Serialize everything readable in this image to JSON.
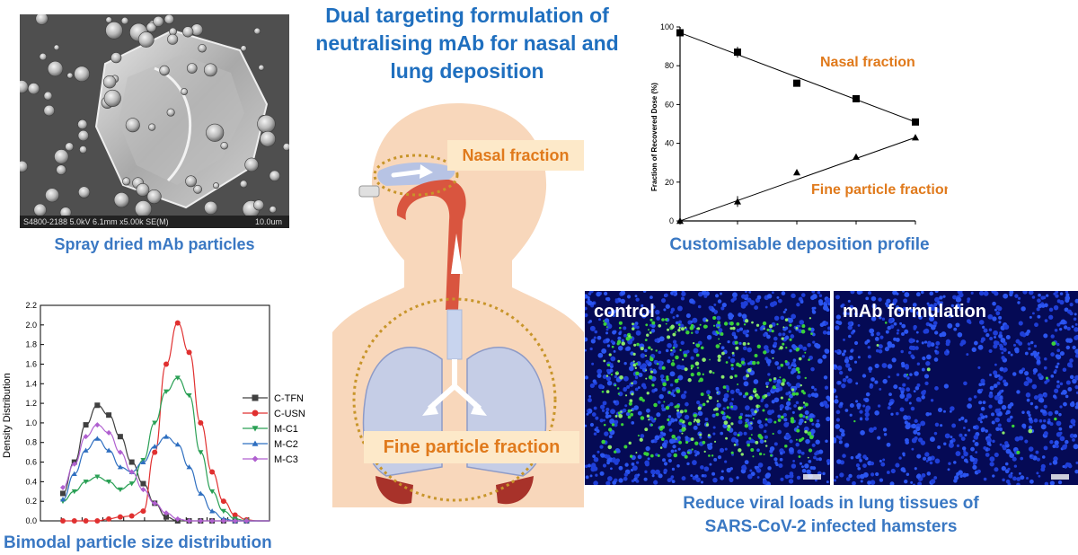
{
  "title": "Dual targeting formulation of neutralising mAb for nasal and lung deposition",
  "sem": {
    "caption": "Spray dried mAb particles",
    "info": "S4800-2188 5.0kV 6.1mm x5.00k SE(M)",
    "scale": "10.0um"
  },
  "anatomy": {
    "nasal_label": "Nasal fraction",
    "fine_label": "Fine particle fraction"
  },
  "deposition": {
    "caption": "Customisable deposition profile",
    "nasal_label": "Nasal fraction",
    "fine_label": "Fine particle fraction"
  },
  "size_dist": {
    "caption": "Bimodal particle size distribution"
  },
  "microscopy": {
    "left_label": "control",
    "right_label": "mAb formulation",
    "caption_line1": "Reduce viral loads in lung tissues of",
    "caption_line2": "SARS-CoV-2 infected hamsters"
  },
  "chart_data": [
    {
      "type": "scatter",
      "ylabel": "Fraction of Recovered Dose (%)",
      "xlabel": "",
      "ylim": [
        0,
        100
      ],
      "yticks": [
        0,
        20,
        40,
        60,
        80,
        100
      ],
      "x": [
        1,
        2,
        3,
        4,
        5,
        6
      ],
      "series": [
        {
          "name": "Nasal fraction",
          "marker": "square",
          "values": [
            97,
            87,
            71,
            63,
            51,
            null
          ],
          "fit": [
            97,
            51
          ],
          "color": "#000000"
        },
        {
          "name": "Fine particle fraction",
          "marker": "triangle",
          "values": [
            0,
            10,
            25,
            33,
            43,
            null
          ],
          "fit": [
            0,
            43
          ],
          "color": "#000000"
        }
      ],
      "grid": false
    },
    {
      "type": "line",
      "ylabel": "Density Distribution",
      "xlabel": "",
      "ylim": [
        0,
        2.2
      ],
      "yticks": [
        "0.0",
        "0.2",
        "0.4",
        "0.6",
        "0.8",
        "1.0",
        "1.2",
        "1.4",
        "1.6",
        "1.8",
        "2.0",
        "2.2"
      ],
      "x": [
        1,
        2,
        3,
        4,
        5,
        6,
        7,
        8,
        9,
        10,
        11,
        12,
        13,
        14,
        15,
        16,
        17,
        18,
        19
      ],
      "series": [
        {
          "name": "C-TFN",
          "color": "#404040",
          "marker": "square",
          "values": [
            0.28,
            0.6,
            0.98,
            1.18,
            1.08,
            0.86,
            0.6,
            0.38,
            0.18,
            0.04,
            0.0,
            0.0,
            0.0,
            0.0,
            0.0,
            0.0,
            0.0,
            0.0,
            0.0
          ]
        },
        {
          "name": "C-USN",
          "color": "#e03030",
          "marker": "circle",
          "values": [
            0.0,
            0.0,
            0.0,
            0.0,
            0.02,
            0.04,
            0.05,
            0.1,
            0.7,
            1.6,
            2.02,
            1.72,
            1.0,
            0.5,
            0.2,
            0.06,
            0.01,
            0.0,
            0.0
          ]
        },
        {
          "name": "M-C1",
          "color": "#2aa055",
          "marker": "triangle-down",
          "values": [
            0.2,
            0.3,
            0.4,
            0.45,
            0.4,
            0.32,
            0.38,
            0.62,
            1.0,
            1.32,
            1.46,
            1.28,
            0.7,
            0.3,
            0.1,
            0.02,
            0.0,
            0.0,
            0.0
          ]
        },
        {
          "name": "M-C2",
          "color": "#2f6fc0",
          "marker": "triangle",
          "values": [
            0.22,
            0.48,
            0.72,
            0.84,
            0.72,
            0.55,
            0.5,
            0.6,
            0.76,
            0.86,
            0.78,
            0.55,
            0.28,
            0.1,
            0.02,
            0.0,
            0.0,
            0.0,
            0.0
          ]
        },
        {
          "name": "M-C3",
          "color": "#b060d0",
          "marker": "diamond",
          "values": [
            0.34,
            0.58,
            0.86,
            0.98,
            0.9,
            0.7,
            0.5,
            0.32,
            0.18,
            0.08,
            0.02,
            0.0,
            0.0,
            0.0,
            0.0,
            0.0,
            0.0,
            0.0,
            0.0
          ]
        }
      ],
      "legend": "right",
      "grid": false
    }
  ]
}
